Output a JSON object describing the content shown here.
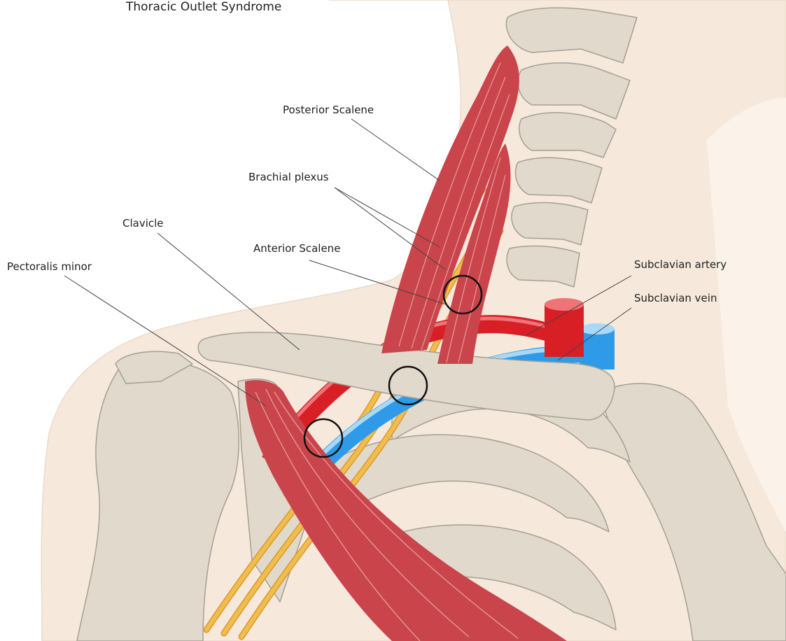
{
  "title": "Thoracic Outlet Syndrome",
  "labels": {
    "posterior_scalene": "Posterior Scalene",
    "brachial_plexus": "Brachial plexus",
    "clavicle": "Clavicle",
    "anterior_scalene": "Anterior Scalene",
    "pectoralis_minor": "Pectoralis minor",
    "subclavian_artery": "Subclavian artery",
    "subclavian_vein": "Subclavian vein"
  },
  "colors": {
    "skin": "#f6e9dc",
    "skin_light": "#fbf3ea",
    "bone": "#e0d9cc",
    "bone_outline": "#a59f95",
    "muscle": "#c9454b",
    "muscle_dark": "#a8323a",
    "muscle_stripe": "#f1b1ae",
    "nerve": "#f0bd4e",
    "nerve_dark": "#d99a2b",
    "artery": "#d91f26",
    "vein": "#2f9be8",
    "vein_light": "#a9d9f7"
  }
}
